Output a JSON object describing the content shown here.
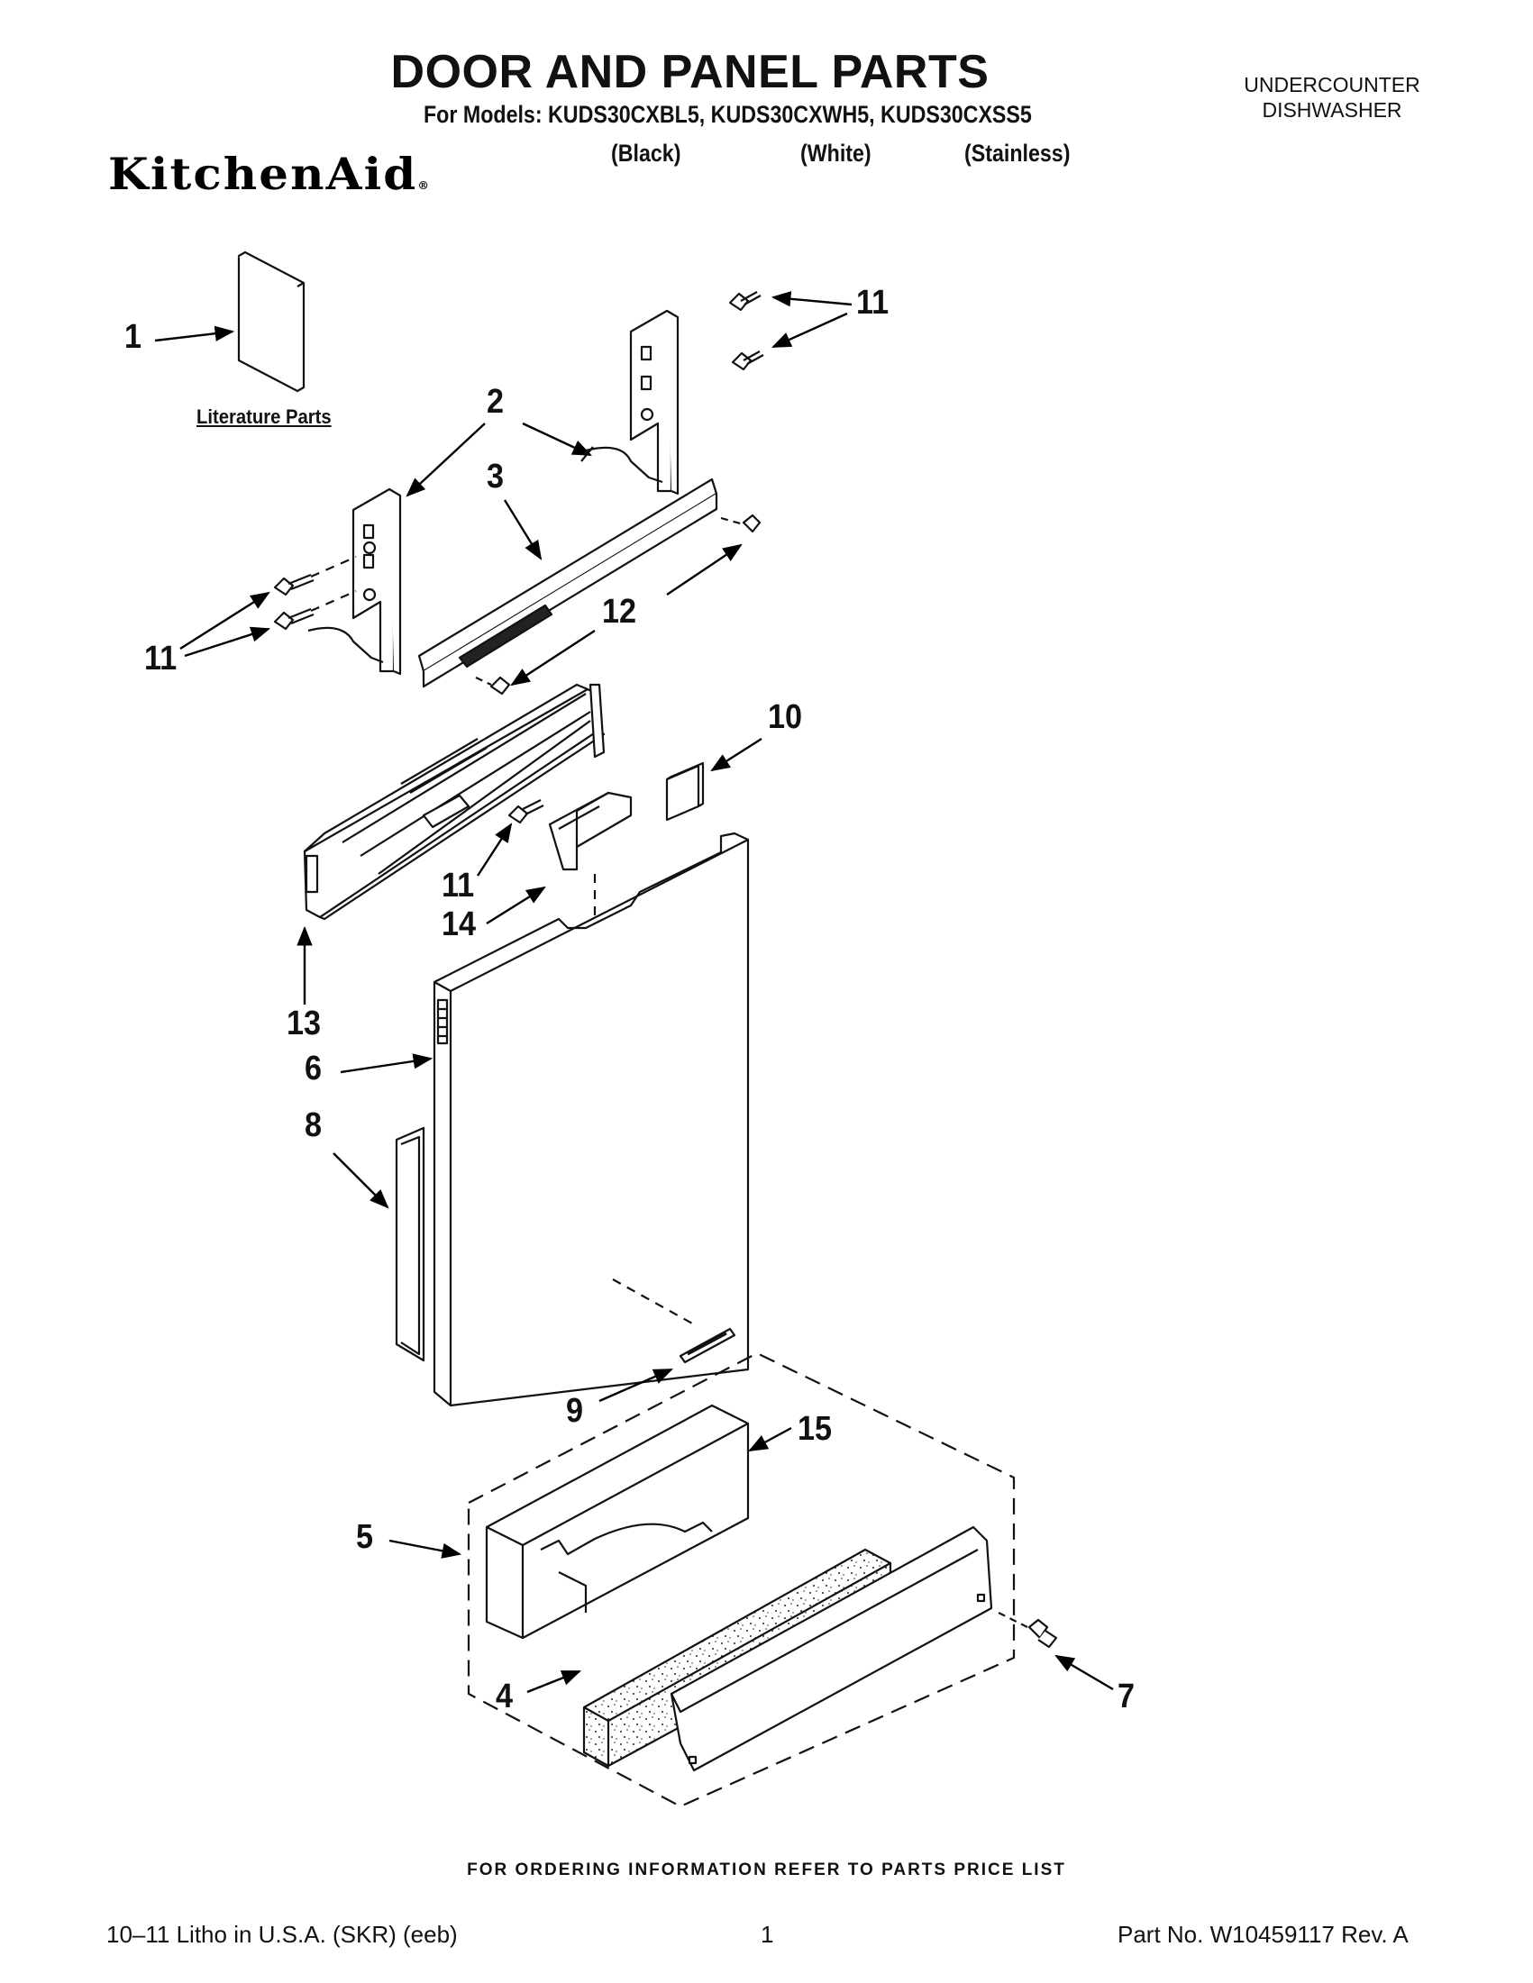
{
  "header": {
    "title": "DOOR AND PANEL PARTS",
    "models_line": "For Models: KUDS30CXBL5, KUDS30CXWH5, KUDS30CXSS5",
    "finishes": [
      "(Black)",
      "(White)",
      "(Stainless)"
    ],
    "category_line1": "UNDERCOUNTER",
    "category_line2": "DISHWASHER",
    "brand": "KitchenAid",
    "brand_mark": "®"
  },
  "diagram": {
    "literature_label": "Literature Parts",
    "callouts": {
      "c1": "1",
      "c2": "2",
      "c3": "3",
      "c4": "4",
      "c5": "5",
      "c6": "6",
      "c7": "7",
      "c8": "8",
      "c9": "9",
      "c10": "10",
      "c11a": "11",
      "c11b": "11",
      "c11c": "11",
      "c12": "12",
      "c13": "13",
      "c14": "14",
      "c15": "15"
    }
  },
  "footer": {
    "ordering_info": "FOR ORDERING INFORMATION REFER TO PARTS PRICE LIST",
    "litho": "10–11 Litho in U.S.A. (SKR) (eeb)",
    "page_number": "1",
    "part_number": "Part No. W10459117 Rev. A"
  }
}
